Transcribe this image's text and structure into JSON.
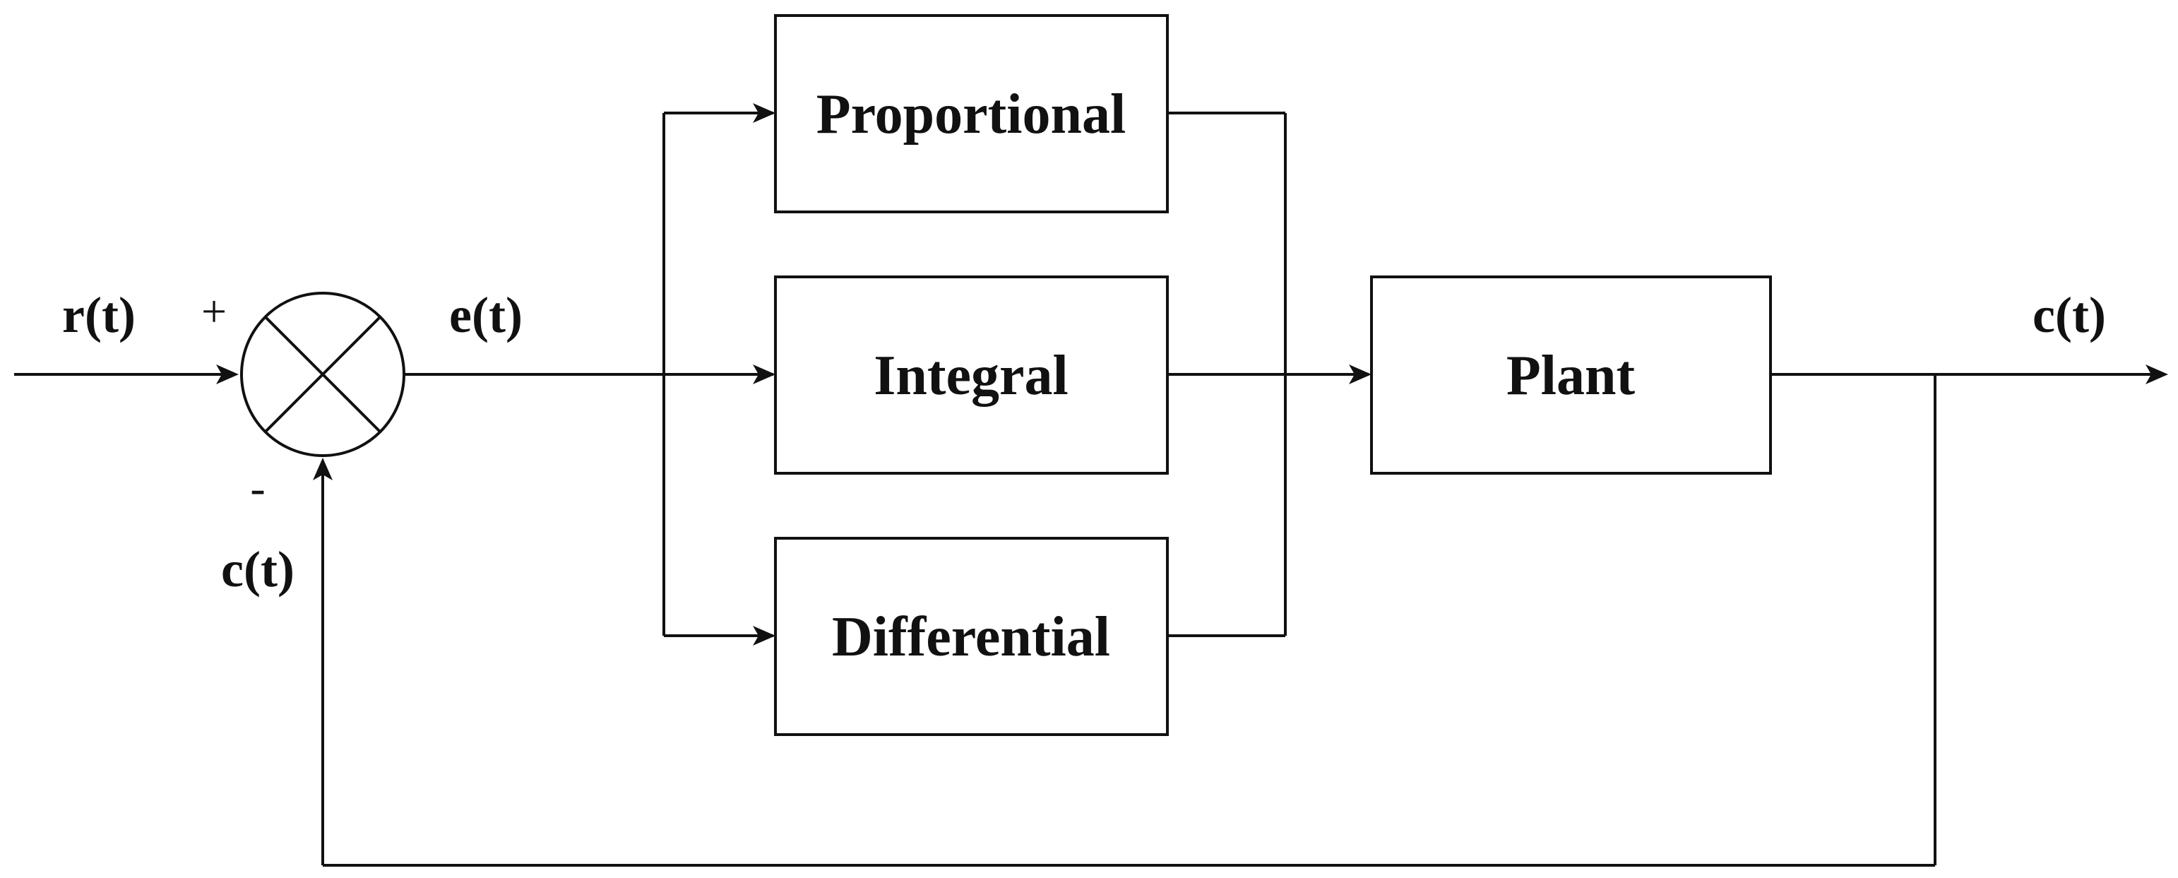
{
  "diagram": {
    "blocks": {
      "proportional": "Proportional",
      "integral": "Integral",
      "differential": "Differential",
      "plant": "Plant"
    },
    "signals": {
      "input": "r(t)",
      "error": "e(t)",
      "output": "c(t)",
      "feedback": "c(t)"
    },
    "summing_junction": {
      "plus_sign": "+",
      "minus_sign": "-"
    },
    "colors": {
      "stroke": "#111111",
      "background": "#ffffff"
    }
  }
}
